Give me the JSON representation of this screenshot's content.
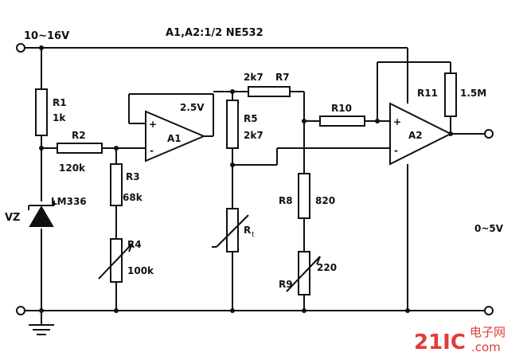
{
  "supply_label": "10~16V",
  "opamp_note": "A1,A2:1/2 NE532",
  "ref_voltage": "2.5V",
  "output_range": "0~5V",
  "opamps": [
    {
      "id": "A1",
      "plus": "+",
      "minus": "-"
    },
    {
      "id": "A2",
      "plus": "+",
      "minus": "-"
    }
  ],
  "components": {
    "r1": {
      "name": "R1",
      "value": "1k"
    },
    "r2": {
      "name": "R2",
      "value": "120k"
    },
    "r3": {
      "name": "R3",
      "value": "68k"
    },
    "r4": {
      "name": "R4",
      "value": "100k"
    },
    "r5": {
      "name": "R5",
      "value": "2k7"
    },
    "r7": {
      "name": "R7",
      "value": "2k7"
    },
    "rt": {
      "name": "R",
      "sub": "t"
    },
    "r8": {
      "name": "R8",
      "value": "820"
    },
    "r9": {
      "name": "R9",
      "value": "220"
    },
    "r10": {
      "name": "R10"
    },
    "r11": {
      "name": "R11",
      "value": "1.5M"
    },
    "vz": {
      "name": "VZ",
      "value": "LM336"
    }
  },
  "watermark": {
    "brand": "21IC",
    "sub": "电子网",
    "domain": ".com"
  }
}
